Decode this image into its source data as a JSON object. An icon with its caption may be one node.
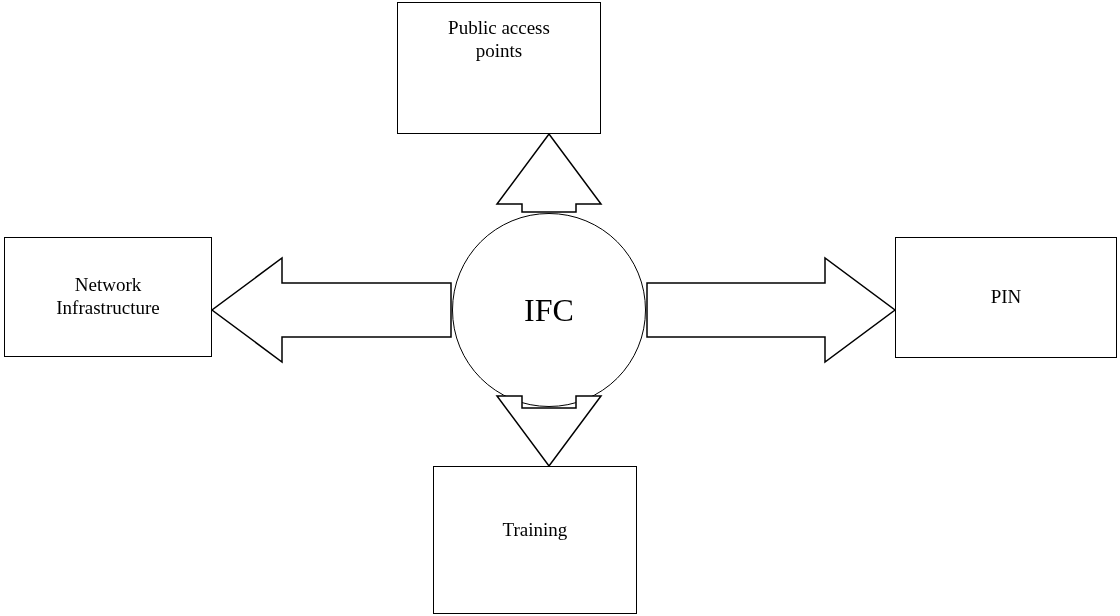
{
  "diagram": {
    "nodes": [
      {
        "text": [
          "IFC"
        ]
      },
      {
        "text": [
          "Public access points"
        ]
      },
      {
        "text": [
          "Network Infrastructure"
        ]
      },
      {
        "text": [
          "PIN"
        ]
      },
      {
        "text": [
          "Training"
        ]
      }
    ],
    "edges": [
      {
        "from": 0,
        "to": 1,
        "arrow": "to"
      },
      {
        "from": 0,
        "to": 2,
        "arrow": "to"
      },
      {
        "from": 0,
        "to": 3,
        "arrow": "to"
      },
      {
        "from": 0,
        "to": 4,
        "arrow": "to"
      }
    ]
  }
}
